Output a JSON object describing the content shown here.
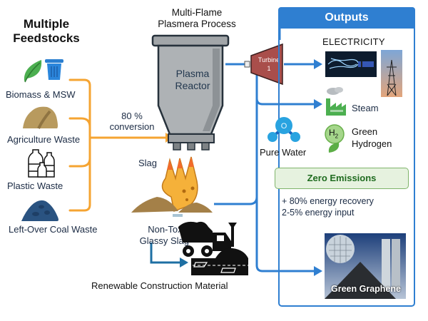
{
  "feedstocks": {
    "title_line1": "Multiple",
    "title_line2": "Feedstocks",
    "items": [
      {
        "label": "Biomass & MSW",
        "icons": [
          "leaf-icon",
          "trash-bin-icon"
        ]
      },
      {
        "label": "Agriculture Waste",
        "icons": [
          "soil-pile-icon"
        ]
      },
      {
        "label": "Plastic Waste",
        "icons": [
          "plastic-bottles-icon"
        ]
      },
      {
        "label": "Left-Over Coal Waste",
        "icons": [
          "coal-pile-icon"
        ]
      }
    ]
  },
  "process": {
    "title_line1": "Multi-Flame",
    "title_line2": "Plasmera Process",
    "reactor_line1": "Plasma",
    "reactor_line2": "Reactor",
    "conversion_line1": "80 %",
    "conversion_line2": "conversion",
    "slag_label": "Slag",
    "turbine_line1": "Turbine",
    "turbine_line2": "1"
  },
  "slag_outputs": {
    "glassy_line1": "Non-Toxic",
    "glassy_line2": "Glassy Slag",
    "construction_label": "Renewable Construction Material"
  },
  "outputs": {
    "header": "Outputs",
    "electricity": "ELECTRICITY",
    "steam": "Steam",
    "pure_water": "Pure Water",
    "green_hydrogen_line1": "Green",
    "green_hydrogen_line2": "Hydrogen",
    "h2_symbol": "H",
    "h2_sub": "2",
    "zero_emissions": "Zero Emissions",
    "stat_1": "+ 80% energy recovery",
    "stat_2": "2-5% energy input",
    "graphene": "Green Graphene"
  },
  "colors": {
    "feed_line": "#f5a432",
    "output_line": "#2f7fd1",
    "turbine": "#a94e4b",
    "reactor": "#a9adb0",
    "flame": "#f5b13a",
    "zero_bg": "#e6f2df"
  }
}
